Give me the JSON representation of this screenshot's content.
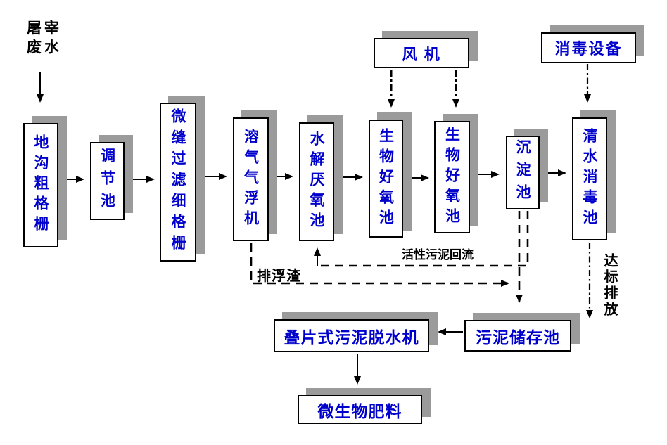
{
  "colors": {
    "node_text": "#0000CC",
    "label_text": "#000000",
    "shadow": "#9B9B9B",
    "border": "#000000",
    "line": "#000000",
    "background": "#FFFFFF"
  },
  "influent_label": {
    "line1": "屠宰",
    "line2": "废水"
  },
  "nodes": {
    "trench_coarse_screen": "地沟粗格栅",
    "regulating_tank": "调节池",
    "fine_screen": "微缝过滤细格栅",
    "daf": "溶气气浮机",
    "hydrolysis": "水解厌氧池",
    "aerobic1": "生物好氧池",
    "aerobic2": "生物好氧池",
    "sedimentation": "沉淀池",
    "clean_water_disinfection": "清水消毒池",
    "fan": "风 机",
    "disinfection_equipment": "消毒设备",
    "dewatering_machine": "叠片式污泥脱水机",
    "sludge_storage": "污泥储存池",
    "microbial_fertilizer": "微生物肥料"
  },
  "flow_labels": {
    "scum": "排浮渣",
    "sludge_return": "活性污泥回流",
    "discharge": "达标排放"
  }
}
